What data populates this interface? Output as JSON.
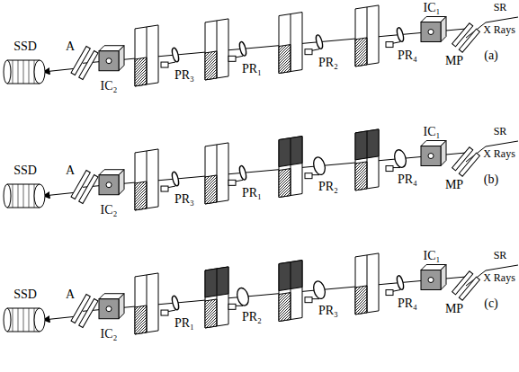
{
  "diagram": {
    "labels": [
      "SSD",
      "A",
      "IC₂",
      "PR₃",
      "PR₁",
      "PR₂",
      "PR₄",
      "IC₁",
      "SR",
      "X Rays",
      "MP",
      "(a)",
      "SSD",
      "A",
      "IC₂",
      "PR₃",
      "PR₁",
      "PR₂",
      "PR₄",
      "IC₁",
      "SR",
      "X Rays",
      "MP",
      "(b)",
      "SSD",
      "A",
      "IC₂",
      "PR₁",
      "PR₂",
      "PR₃",
      "PR₄",
      "IC₁",
      "SR",
      "X Rays",
      "MP",
      "(c)"
    ]
  }
}
